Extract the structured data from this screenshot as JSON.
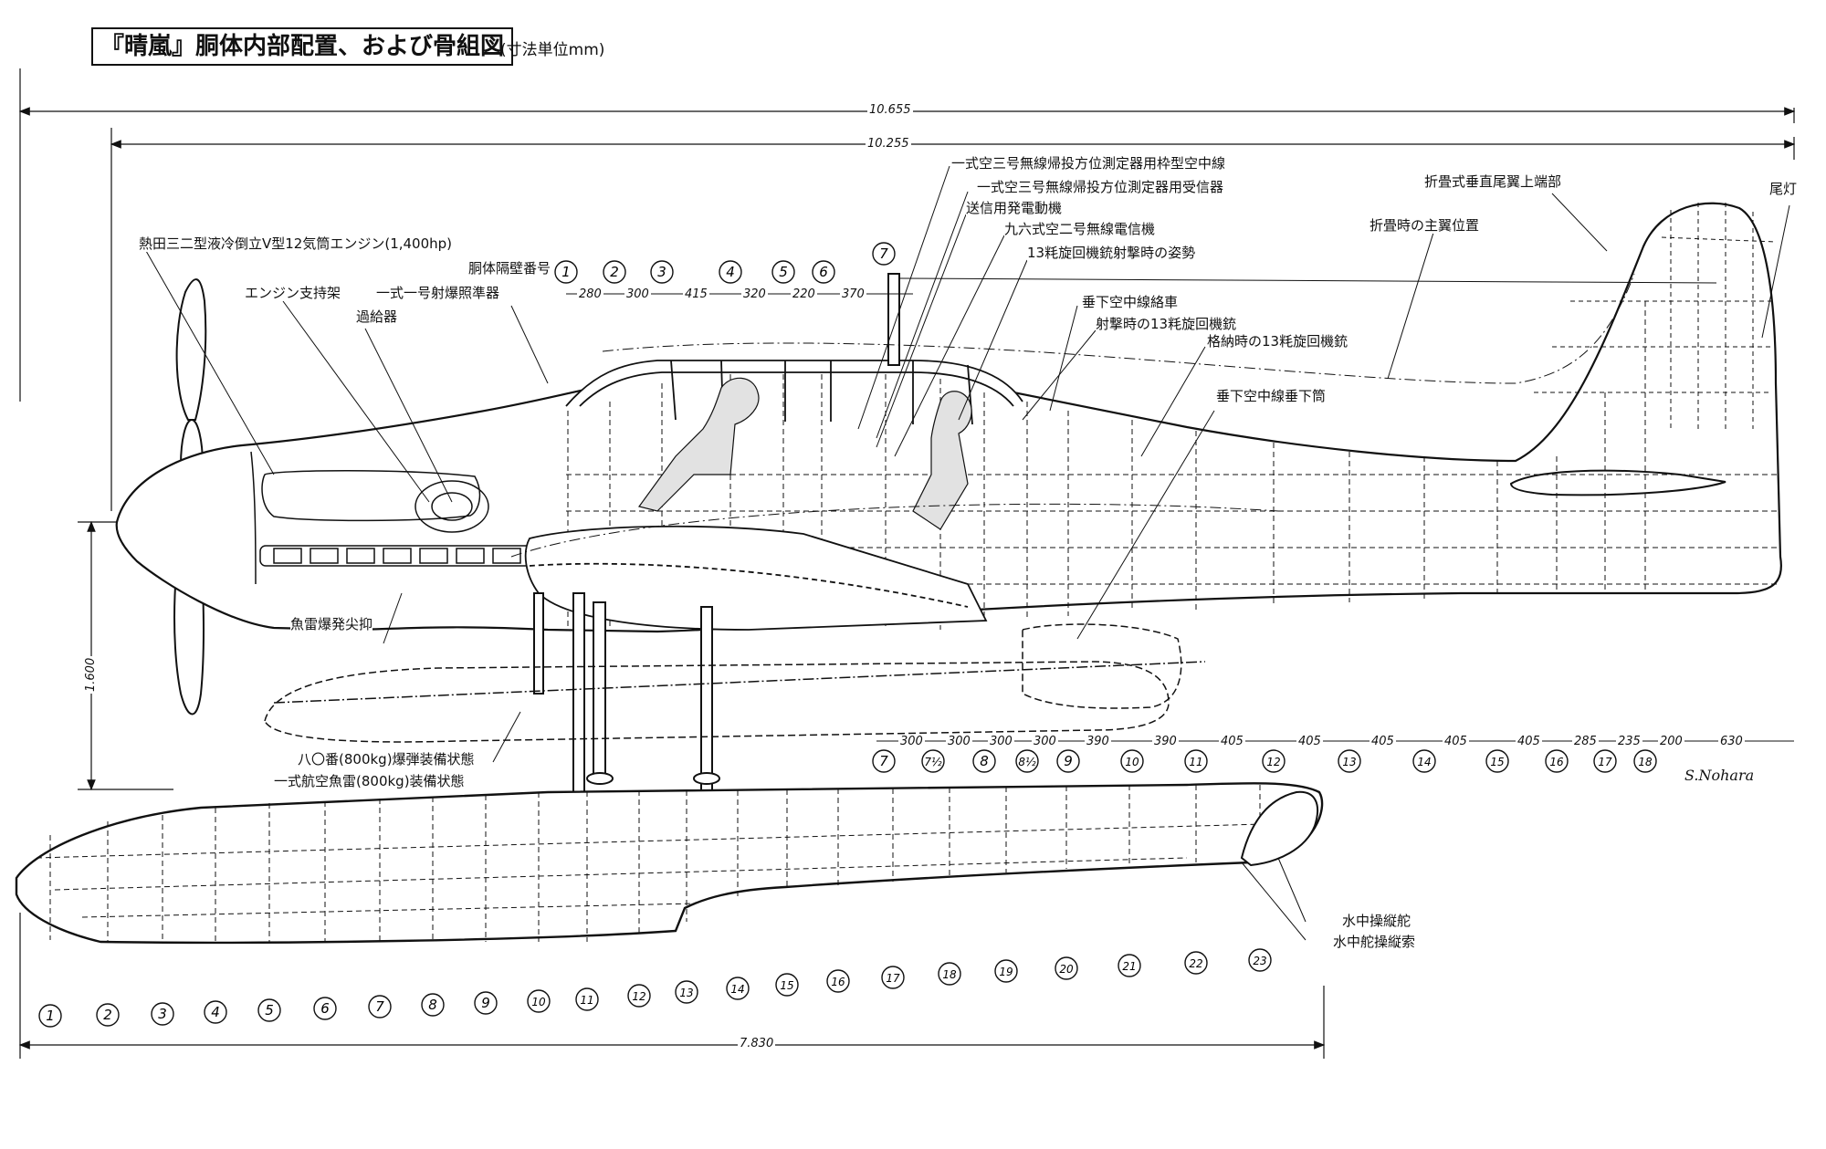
{
  "title": "『晴嵐』胴体内部配置、および骨組図",
  "unit_note": "(寸法単位mm)",
  "dimensions": {
    "overall_length": "10.655",
    "fuselage_length": "10.255",
    "height": "1.600",
    "float_length": "7.830",
    "top_spacing": [
      "280",
      "300",
      "415",
      "320",
      "220",
      "370"
    ],
    "bottom_spacing": [
      "300",
      "300",
      "300",
      "300",
      "390",
      "390",
      "405",
      "405",
      "405",
      "405",
      "405",
      "285",
      "235",
      "200",
      "630"
    ]
  },
  "fuselage_frames": {
    "top_numbers": [
      "1",
      "2",
      "3",
      "4",
      "5",
      "6"
    ],
    "upper_frame_7": "7",
    "bottom_numbers": [
      "7",
      "7½",
      "8",
      "8½",
      "9",
      "10",
      "11",
      "12",
      "13",
      "14",
      "15",
      "16",
      "17",
      "18"
    ]
  },
  "float_frames": [
    "1",
    "2",
    "3",
    "4",
    "5",
    "6",
    "7",
    "8",
    "9",
    "10",
    "11",
    "12",
    "13",
    "14",
    "15",
    "16",
    "17",
    "18",
    "19",
    "20",
    "21",
    "22",
    "23"
  ],
  "labels": {
    "engine": "熱田三二型液冷倒立V型12気筒エンジン(1,400hp)",
    "bulkhead_no": "胴体隔壁番号",
    "engine_mount": "エンジン支持架",
    "bomb_sight": "一式一号射爆照準器",
    "supercharger": "過給器",
    "rdf_antenna": "一式空三号無線帰投方位測定器用枠型空中線",
    "rdf_receiver": "一式空三号無線帰投方位測定器用受信器",
    "generator": "送信用発電動機",
    "transmitter": "九六式空二号無線電信機",
    "gun_firing_posture": "13粍旋回機銃射撃時の姿勢",
    "antenna_reel": "垂下空中線絡車",
    "gun_firing": "射撃時の13粍旋回機銃",
    "gun_stowed": "格納時の13粍旋回機銃",
    "antenna_tube": "垂下空中線垂下筒",
    "folding_fin_tip": "折畳式垂直尾翼上端部",
    "folded_wing": "折畳時の主翼位置",
    "tail_light": "尾灯",
    "torpedo_guard": "魚雷爆発尖抑",
    "bomb_load": "八〇番(800kg)爆弾装備状態",
    "torpedo_load": "一式航空魚雷(800kg)装備状態",
    "water_rudder": "水中操縦舵",
    "water_rudder_cable": "水中舵操縦索"
  },
  "signature": "S.Nohara"
}
